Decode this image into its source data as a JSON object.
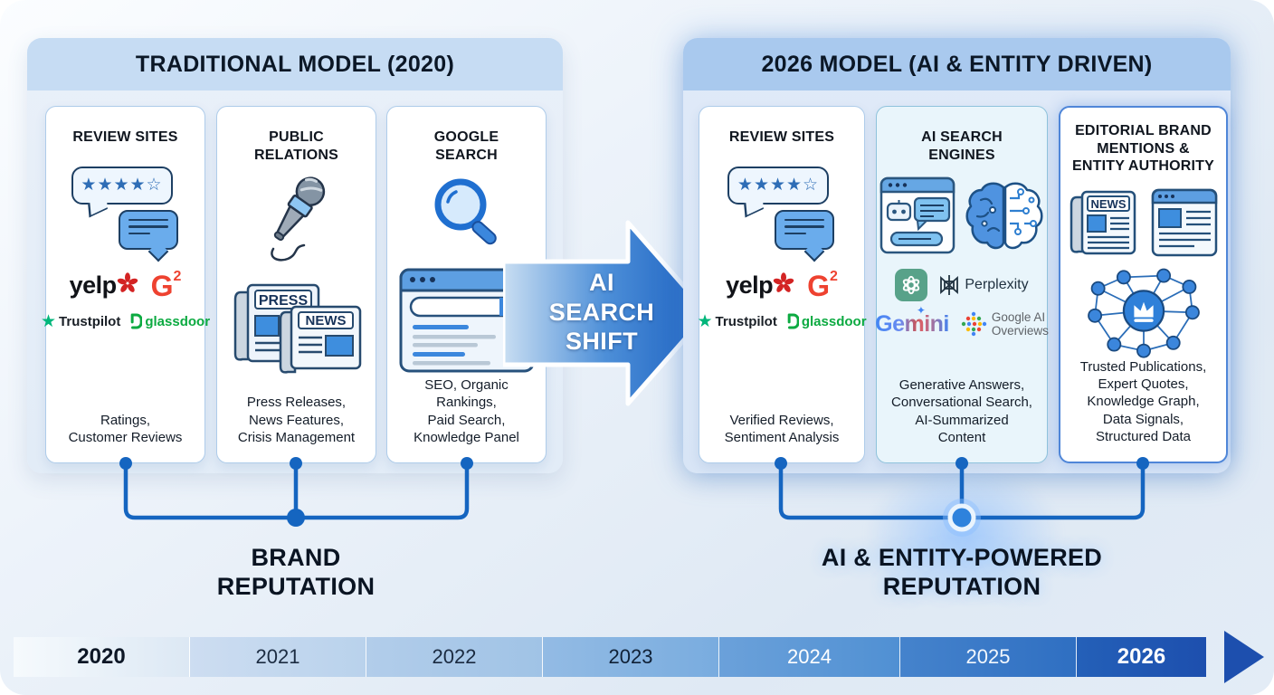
{
  "left_panel": {
    "title": "TRADITIONAL MODEL (2020)",
    "cards": [
      {
        "title": "REVIEW SITES",
        "caption": "Ratings,\nCustomer Reviews"
      },
      {
        "title": "PUBLIC\nRELATIONS",
        "caption": "Press Releases,\nNews Features,\nCrisis Management"
      },
      {
        "title": "GOOGLE\nSEARCH",
        "caption": "SEO, Organic\nRankings,\nPaid Search,\nKnowledge Panel"
      }
    ],
    "result_label": "BRAND\nREPUTATION"
  },
  "transition_arrow": {
    "label": "AI\nSEARCH\nSHIFT"
  },
  "right_panel": {
    "title": "2026 MODEL (AI & ENTITY DRIVEN)",
    "cards": [
      {
        "title": "REVIEW SITES",
        "caption": "Verified Reviews,\nSentiment Analysis"
      },
      {
        "title": "AI SEARCH\nENGINES",
        "caption": "Generative Answers,\nConversational Search,\nAI-Summarized\nContent"
      },
      {
        "title": "EDITORIAL BRAND\nMENTIONS &\nENTITY AUTHORITY",
        "caption": "Trusted Publications,\nExpert Quotes,\nKnowledge Graph,\nData Signals,\nStructured Data"
      }
    ],
    "result_label": "AI & ENTITY-POWERED\nREPUTATION"
  },
  "logos": {
    "stars": "★★★★☆",
    "yelp": "yelp",
    "g2": "G",
    "g2_sup": "2",
    "trustpilot_star": "★",
    "trustpilot": "Trustpilot",
    "glassdoor": "glassdoor",
    "press": "PRESS",
    "news": "NEWS",
    "news2": "NEWS",
    "perplexity": "Perplexity",
    "gemini": "Gemini",
    "gemini_spark": "✦",
    "google_ai_overviews": "Google AI\nOverviews"
  },
  "timeline": {
    "years": [
      "2020",
      "2021",
      "2022",
      "2023",
      "2024",
      "2025",
      "2026"
    ],
    "segment_colors": [
      "#eef3fa",
      "#c3d9f0",
      "#a9c9e9",
      "#84b2e2",
      "#5d99d8",
      "#3b7ecb",
      "#1e55b2"
    ]
  },
  "colors": {
    "connector_blue": "#1565c0",
    "panel_header_left": "#c6dcf3",
    "panel_header_right": "#a9c9ee",
    "arrow_gradient_start": "#c9def2",
    "arrow_gradient_end": "#1a5fc0",
    "yelp_red": "#d32323",
    "g2_red": "#ee4230",
    "trustpilot_green": "#00b67a",
    "glassdoor_green": "#0caa41",
    "openai_green": "#58a289",
    "timeline_arrow": "#1d4fae"
  }
}
